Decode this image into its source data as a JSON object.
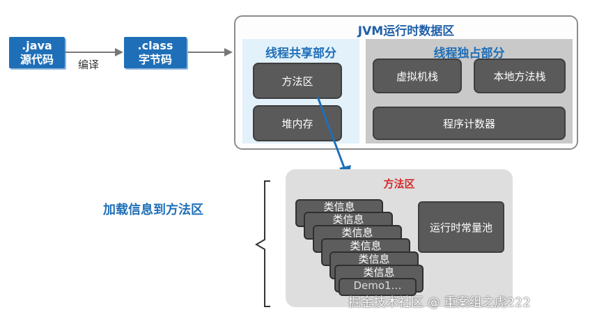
{
  "source": {
    "line1": ".java",
    "line2": "源代码"
  },
  "compile_label": "编译",
  "bytecode": {
    "line1": ".class",
    "line2": "字节码"
  },
  "jvm": {
    "title": "JVM运行时数据区",
    "shared": {
      "title": "线程共享部分",
      "method_area": "方法区",
      "heap": "堆内存"
    },
    "exclusive": {
      "title": "线程独占部分",
      "vm_stack": "虚拟机栈",
      "native_stack": "本地方法栈",
      "pc_register": "程序计数器"
    }
  },
  "load_label": "加载信息到方法区",
  "method_detail": {
    "title": "方法区",
    "class_cards": [
      "类信息",
      "类信息",
      "类信息",
      "类信息",
      "类信息",
      "类信息",
      "Demo1…"
    ],
    "constant_pool": "运行时常量池"
  },
  "watermark": "掘金技术社区 @ 重案组之虎222",
  "colors": {
    "accent_blue": "#1f6fb8",
    "title_red": "#d42a2a",
    "dark_box": "#5a5a5a"
  }
}
